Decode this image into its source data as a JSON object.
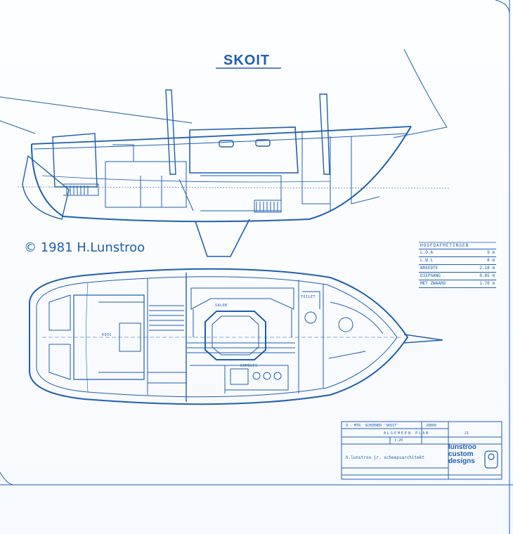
{
  "title": "SKOIT",
  "copyright": "© 1981 H.Lunstroo",
  "main_dimensions": {
    "header": "HOOFDAFMETINGEN",
    "rows": [
      {
        "label": "L.O.A",
        "value": "9 m"
      },
      {
        "label": "L.W.L",
        "value": "8 m"
      },
      {
        "label": "BREEDTE",
        "value": "2.18 m"
      },
      {
        "label": "DIEPGANG",
        "value": "0.85 m"
      },
      {
        "label": "MET ZWAARD",
        "value": "1.70 m"
      }
    ]
  },
  "plan_labels": {
    "salon": "SALON",
    "kombuis": "KOMBUIS",
    "toilet": "TOILET",
    "kooi": "KOOI"
  },
  "title_block": {
    "project": "9 - MTR. SCHOENER 'SKOIT'",
    "drawing_number": "20809",
    "sheet_title": "ALGEMEEN PLAN",
    "sheet_number": "21",
    "scale": "1:20",
    "designer": "h.lunstroo jr. scheepsarchitekt",
    "brand": [
      "lunstroo",
      "custom",
      "designs"
    ]
  },
  "colors": {
    "ink": "#1f5fae",
    "paper": "#fbfdff"
  }
}
